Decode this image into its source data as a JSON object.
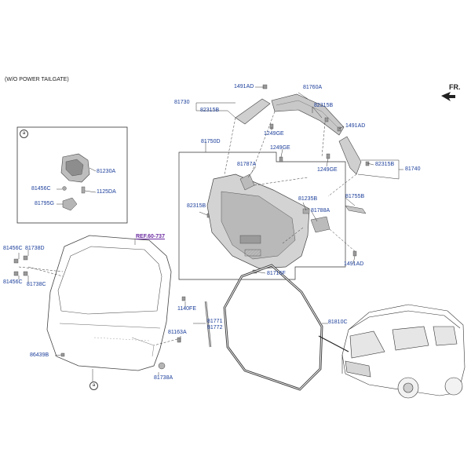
{
  "header": {
    "title": "(W/O POWER TAILGATE)",
    "direction": "FR."
  },
  "callout_letter": "a",
  "reference": "REF.60-737",
  "labels": {
    "p1491AD_top": "1491AD",
    "p81760A": "81760A",
    "p81730": "81730",
    "p82315B_left": "82315B",
    "p82315B_topright": "82315B",
    "p1491AD_right": "1491AD",
    "p1249GE_a": "1249GE",
    "p81750D": "81750D",
    "p1249GE_b": "1249GE",
    "p82315B_right": "82315B",
    "p81740": "81740",
    "p1249GE_c": "1249GE",
    "p81787A": "81787A",
    "p81230A": "81230A",
    "p81456C_inset": "81456C",
    "p1125DA": "1125DA",
    "p81795G": "81795G",
    "p81235B": "81235B",
    "p81755B": "81755B",
    "p82315B_mid": "82315B",
    "p81788A": "81788A",
    "p81456C_left": "81456C",
    "p81738D": "81738D",
    "p81716F": "81716F",
    "p1491AD_bottom": "1491AD",
    "p81456C_left2": "81456C",
    "p81738C": "81738C",
    "p1140FE": "1140FE",
    "p81810C": "81810C",
    "p81771": "81771",
    "p81772": "81772",
    "p81163A": "81163A",
    "p86439B": "86439B",
    "p81738A": "81738A"
  },
  "colors": {
    "label": "#1a3d9a",
    "reference": "#6a2aa0",
    "line": "#333333",
    "part_fill": "#c8c8c8",
    "part_dark": "#8a8a8a"
  }
}
